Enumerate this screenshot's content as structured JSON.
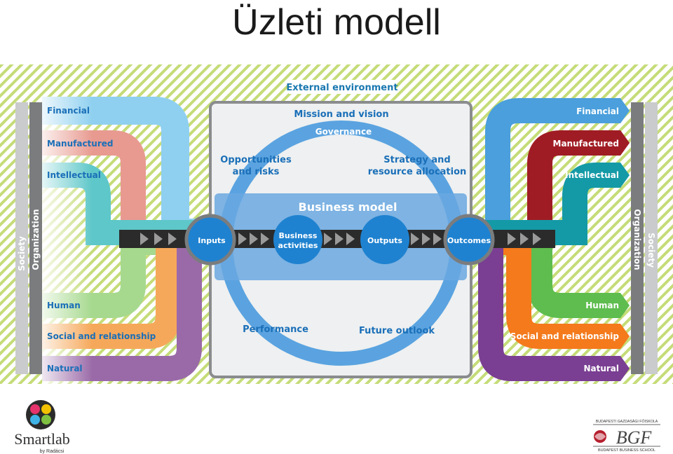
{
  "slide": {
    "title": "Üzleti modell"
  },
  "diagram": {
    "external_environment": "External environment",
    "side_labels": {
      "society": "Society",
      "organization": "Organization"
    },
    "input_capitals": [
      {
        "label": "Financial",
        "color": "#8fd0f0"
      },
      {
        "label": "Manufactured",
        "color": "#e89a90"
      },
      {
        "label": "Intellectual",
        "color": "#5ec7c9"
      },
      {
        "label": "Human",
        "color": "#a6d98e"
      },
      {
        "label": "Social and relationship",
        "color": "#f6a85a"
      },
      {
        "label": "Natural",
        "color": "#9a6aa8"
      }
    ],
    "output_capitals": [
      {
        "label": "Financial",
        "color": "#4a9fdc"
      },
      {
        "label": "Manufactured",
        "color": "#a01c24"
      },
      {
        "label": "Intellectual",
        "color": "#149aa6"
      },
      {
        "label": "Human",
        "color": "#5ebd4e"
      },
      {
        "label": "Social and relationship",
        "color": "#f47a1c"
      },
      {
        "label": "Natural",
        "color": "#7a3f92"
      }
    ],
    "center": {
      "mission": "Mission and vision",
      "governance": "Governance",
      "opportunities_1": "Opportunities",
      "opportunities_2": "and risks",
      "strategy_1": "Strategy and",
      "strategy_2": "resource allocation",
      "business_model": "Business model",
      "performance": "Performance",
      "outlook": "Future outlook"
    },
    "flow": {
      "inputs": "Inputs",
      "activities_1": "Business",
      "activities_2": "activities",
      "outputs": "Outputs",
      "outcomes": "Outcomes"
    },
    "colors": {
      "blue": "#1f82d0",
      "dark_blue": "#1a6fb8",
      "hatch": "#c5dc78",
      "panel": "#eef0f1"
    }
  },
  "logos": {
    "smartlab_name": "Smartlab",
    "smartlab_sub": "by Radácsi",
    "bgf_top": "BUDAPESTI GAZDASÁGI FŐISKOLA",
    "bgf_mark": "BGF",
    "bgf_bottom": "BUDAPEST BUSINESS SCHOOL"
  }
}
